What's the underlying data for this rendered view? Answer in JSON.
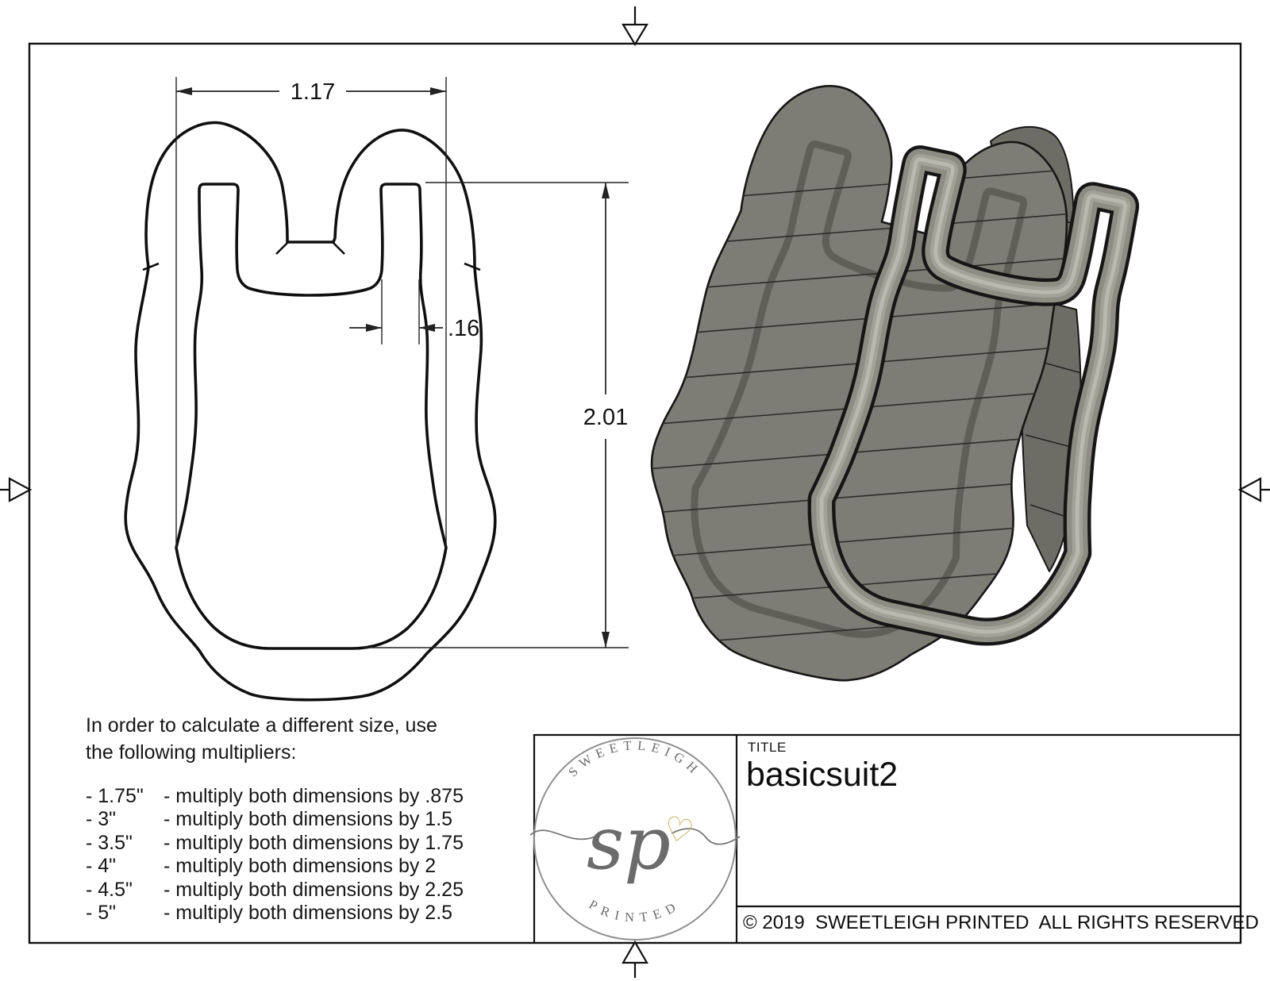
{
  "sheet": {
    "dimensions": {
      "width": "1.17",
      "height": "2.01",
      "thickness": ".16"
    },
    "note": {
      "intro_line1": "In order to calculate a different size, use",
      "intro_line2": "the following multipliers:",
      "rows": [
        {
          "size": "- 1.75\"",
          "rule": "- multiply both dimensions by .875"
        },
        {
          "size": "- 3\"",
          "rule": "- multiply both dimensions by 1.5"
        },
        {
          "size": "- 3.5\"",
          "rule": "- multiply both dimensions by 1.75"
        },
        {
          "size": "- 4\"",
          "rule": "- multiply both dimensions by 2"
        },
        {
          "size": "- 4.5\"",
          "rule": "- multiply both dimensions by 2.25"
        },
        {
          "size": "- 5\"",
          "rule": "- multiply both dimensions by 2.5"
        }
      ]
    },
    "title_block": {
      "title_label": "TITLE",
      "title": "basicsuit2",
      "copyright": "© 2019  SWEETLEIGH PRINTED  ALL RIGHTS RESERVED"
    },
    "logo": {
      "arc_top": "SWEETLEIGH",
      "arc_bottom": "PRINTED",
      "monogram": "sp",
      "heart": "♡"
    },
    "colors": {
      "outline": "#161616",
      "cutter_face": "#8e8d84",
      "cutter_back": "#7e7d75",
      "cutter_dark": "#6e6d65",
      "cutter_highlight": "#bab9af",
      "heart_gold": "#c9b36f",
      "logo_grey": "#6b6b6b"
    }
  }
}
